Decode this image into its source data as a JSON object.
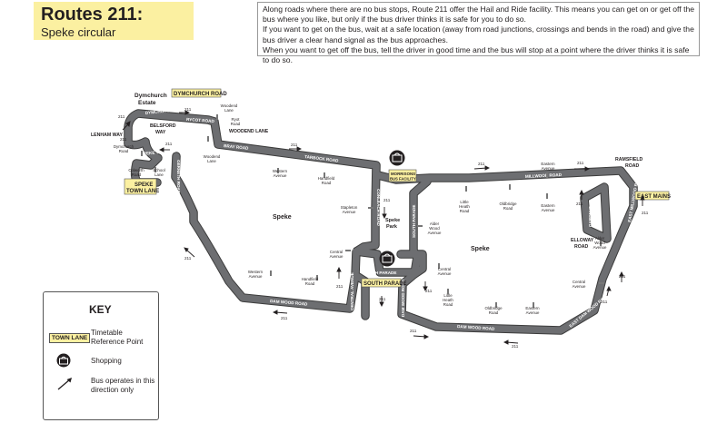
{
  "header": {
    "title": "Routes 211:",
    "subtitle": "Speke circular"
  },
  "info": [
    "Along roads where there are no bus stops, Route 211 offer the Hail and Ride facility. This means you can get on or get off the bus where you like, but only if the bus driver thinks it is safe for you to do so.",
    "If you want to get on the bus, wait at a safe location (away from road junctions, crossings and bends in the road) and give the bus driver a clear hand signal as the bus approaches.",
    "When you want to get off the bus, tell the driver in good time and the bus will stop at a point where the driver thinks it is safe to do so."
  ],
  "timing_points": {
    "dymchurch_road": "DYMCHURCH ROAD",
    "speke_town_lane_1": "SPEKE",
    "speke_town_lane_2": "TOWN LANE",
    "morrisons_1": "MORRISONS",
    "morrisons_2": "BUS FACILITY",
    "south_parade": "SOUTH PARADE",
    "east_mains": "EAST MAINS"
  },
  "roads": {
    "dymchurch_road": "DYMCHURCH ROAD",
    "rycot_road": "RYCOT ROAD",
    "woodend_lane": "WOODEND LANE",
    "bray_road": "BRAY ROAD",
    "tarbock_road": "TARBOCK ROAD",
    "conleach_road": "CONLEACH ROAD",
    "speke_town_lane": "SPEKE TOWN LA",
    "gerneth_road": "GERNETH ROAD",
    "all_hallows_road": "ALL HALLOWS ROAD",
    "dam_wood_road_w": "DAM WOOD ROAD",
    "dam_wood_road_e": "DAM WOOD ROAD",
    "south_parade_w": "SOUTH PARADE",
    "south_parade_e": "SOUTH PARADE",
    "central_ave": "CENTRAL AVENUE",
    "hale_road": "HALE ROAD",
    "millwood_road": "MILLWOOD ROAD",
    "east_millwood": "EAST MILLWOOD ROAD",
    "east_dam_wood": "EAST DAM WOOD ROAD",
    "oak_gardens": "GARDENS",
    "ramsfield_1": "RAMSFIELD",
    "ramsfield_2": "ROAD",
    "elloway_1": "ELLOWAY",
    "elloway_2": "ROAD",
    "lenham_way": "LENHAM WAY",
    "belsford_1": "BELSFORD",
    "belsford_2": "WAY",
    "dymchurch_estate_1": "Dymchurch",
    "dymchurch_estate_2": "Estate",
    "spekeland_road": "DAM WOOD ROAD",
    "speke_park_1": "Speke",
    "speke_park_2": "Park"
  },
  "areas": {
    "speke_west": "Speke",
    "speke_east": "Speke"
  },
  "stops": {
    "woodend_lane_top_1": "Woodend",
    "woodend_lane_top_2": "Lane",
    "ryot_road_1": "Ryot",
    "ryot_road_2": "Road",
    "woodend_lane_bottom_1": "Woodend",
    "woodend_lane_bottom_2": "Lane",
    "dymchurch_road_1": "Dymchurch",
    "dymchurch_road_2": "Road",
    "colworth_road_1": "Colworth",
    "colworth_road_2": "Road",
    "school_lane_1": "School",
    "school_lane_2": "Lane",
    "western_ave_n_1": "Western",
    "western_ave_n_2": "Avenue",
    "handfield_road_n_1": "Handfield",
    "handfield_road_n_2": "Road",
    "stapleton_ave_1": "Stapleton",
    "stapleton_ave_2": "Avenue",
    "central_ave_w_1": "Central",
    "central_ave_w_2": "Avenue",
    "western_ave_s_1": "Western",
    "western_ave_s_2": "Avenue",
    "handfield_road_s_1": "Handfield",
    "handfield_road_s_2": "Road",
    "little_heath_n_1": "Little",
    "little_heath_n_2": "Heath",
    "little_heath_n_3": "Road",
    "oldbridge_n_1": "Oldbridge",
    "oldbridge_n_2": "Road",
    "eastern_ave_n_1": "Eastern",
    "eastern_ave_n_2": "Avenue",
    "eastern_ave_m_1": "Eastern",
    "eastern_ave_m_2": "Avenue",
    "alder_wood_w_1": "Alder",
    "alder_wood_w_2": "Wood",
    "alder_wood_w_3": "Avenue",
    "central_ave_e_1": "Central",
    "central_ave_e_2": "Avenue",
    "little_heath_s_1": "Little",
    "little_heath_s_2": "Heath",
    "little_heath_s_3": "Road",
    "oldbridge_s_1": "Oldbridge",
    "oldbridge_s_2": "Road",
    "eastern_ave_s_1": "Eastern",
    "eastern_ave_s_2": "Avenue",
    "alder_wood_e_1": "Alder",
    "alder_wood_e_2": "Wood",
    "alder_wood_e_3": "Avenue",
    "central_ave_se_1": "Central",
    "central_ave_se_2": "Avenue"
  },
  "route_number": "211",
  "key": {
    "title": "KEY",
    "trp_sample": "TOWN LANE",
    "trp_label_1": "Timetable",
    "trp_label_2": "Reference Point",
    "shopping": "Shopping",
    "direction_1": "Bus operates in this",
    "direction_2": "direction only"
  },
  "colors": {
    "route": "#6d6e71",
    "route_edge": "#3c3c3c",
    "trp_fill": "#fbf0a1",
    "title_fill": "#fbf0a1"
  },
  "icons": [
    "shopping-icon",
    "direction-arrow-icon"
  ]
}
